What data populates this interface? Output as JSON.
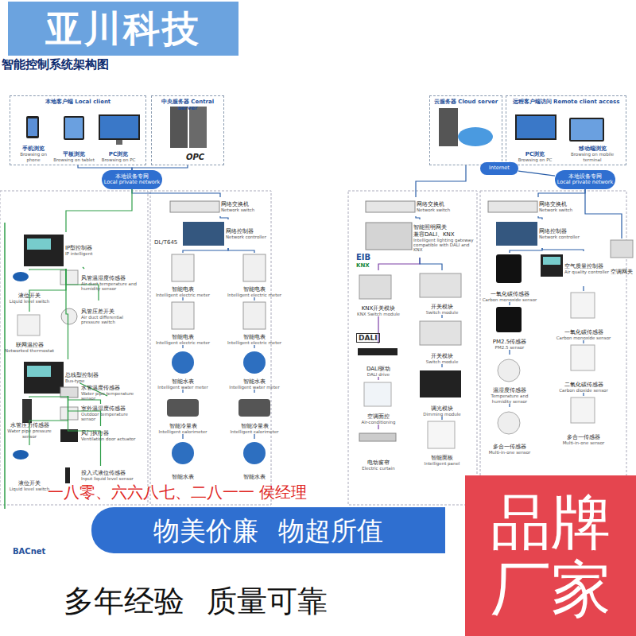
{
  "diagram": {
    "title": "智能控制系统架构图",
    "nodes": [
      {
        "text": [
          "亚川科技"
        ]
      },
      {
        "text": [
          "本地客户端 Local client"
        ]
      },
      {
        "text": [
          "手机浏览",
          "Browsing on phone"
        ],
        "in": 1
      },
      {
        "text": [
          "平板浏览",
          "Browsing on tablet"
        ],
        "in": 1
      },
      {
        "text": [
          "PC浏览",
          "Browsing on PC"
        ],
        "in": 1
      },
      {
        "text": [
          "中央服务器 Central server"
        ]
      },
      {
        "text": [
          "本地设备专网",
          "Local private network"
        ]
      },
      {
        "text": [
          "IP型控制器",
          "IP intelligent"
        ]
      },
      {
        "text": [
          "液位开关",
          "Liquid level switch"
        ]
      },
      {
        "text": [
          "风管温湿度传感器",
          "Air duct temperature and humidity sensor"
        ]
      },
      {
        "text": [
          "风管压差开关",
          "Air duct differential pressure switch"
        ]
      },
      {
        "text": [
          "联网温控器",
          "Networked thermostat"
        ]
      },
      {
        "text": [
          "总线型控制器",
          "Bus-type"
        ]
      },
      {
        "text": [
          "水管温度传感器",
          "Water pipe temperature sensor"
        ]
      },
      {
        "text": [
          "室外温湿度传感器",
          "Outdoor temperature sensor"
        ]
      },
      {
        "text": [
          "水管压力传感器",
          "Water pipe pressure sensor"
        ]
      },
      {
        "text": [
          "风门执行器",
          "Ventilation door actuator"
        ]
      },
      {
        "text": [
          "液位开关",
          "Liquid level switch"
        ]
      },
      {
        "text": [
          "投入式液位传感器",
          "Input liquid level sensor"
        ]
      },
      {
        "text": [
          "网络交换机",
          "Network switch"
        ]
      },
      {
        "text": [
          "网络控制器",
          "Network controller"
        ]
      },
      {
        "text": [
          "智能电表",
          "Intelligent electric meter"
        ]
      },
      {
        "text": [
          "智能电表",
          "Intelligent electric meter"
        ]
      },
      {
        "text": [
          "智能电表",
          "Intelligent electric meter"
        ]
      },
      {
        "text": [
          "智能电表",
          "Intelligent electric meter"
        ]
      },
      {
        "text": [
          "智能水表",
          "Intelligent water meter"
        ]
      },
      {
        "text": [
          "智能水表",
          "Intelligent water meter"
        ]
      },
      {
        "text": [
          "智能冷量表",
          "Intelligent calorimeter"
        ]
      },
      {
        "text": [
          "智能冷量表",
          "Intelligent calorimeter"
        ]
      },
      {
        "text": [
          "智能水表"
        ]
      },
      {
        "text": [
          "智能水表"
        ]
      },
      {
        "text": [
          "云服务器 Cloud server"
        ]
      },
      {
        "text": [
          "远程客户端访问 Remote client access"
        ]
      },
      {
        "text": [
          "PC浏览",
          "Browsing on PC"
        ],
        "in": 32
      },
      {
        "text": [
          "移动端浏览",
          "Browsing on mobile terminal"
        ],
        "in": 32
      },
      {
        "text": [
          "Internet"
        ]
      },
      {
        "text": [
          "本地设备专网",
          "Local private network"
        ]
      },
      {
        "text": [
          "网络交换机",
          "Network switch"
        ]
      },
      {
        "text": [
          "智能照明网关",
          "兼容DALI、KNX",
          "Intelligent lighting gateway compatible with DALI and KNX"
        ]
      },
      {
        "text": [
          "KNX开关模块",
          "KNX Switch module"
        ]
      },
      {
        "text": [
          "开关模块",
          "Switch module"
        ]
      },
      {
        "text": [
          "DALI驱动",
          "DALI drive"
        ]
      },
      {
        "text": [
          "开关模块",
          "Switch module"
        ]
      },
      {
        "text": [
          "调光模块",
          "Dimming module"
        ]
      },
      {
        "text": [
          "空调面控",
          "Air-conditioning"
        ]
      },
      {
        "text": [
          "电动窗帘",
          "Electric curtain"
        ]
      },
      {
        "text": [
          "智能面板",
          "Intelligent panel"
        ]
      },
      {
        "text": [
          "网络交换机",
          "Network switch"
        ]
      },
      {
        "text": [
          "网络控制器",
          "Network controller"
        ]
      },
      {
        "text": [
          "空气质量控制器",
          "Air quality controller"
        ]
      },
      {
        "text": [
          "一氧化碳传感器",
          "Carbon monoxide sensor"
        ]
      },
      {
        "text": [
          "PM2.5传感器",
          "PM2.5 sensor"
        ]
      },
      {
        "text": [
          "温湿度传感器",
          "Temperature and humidity sensor"
        ]
      },
      {
        "text": [
          "多合一传感器",
          "Multi-in-one sensor"
        ]
      },
      {
        "text": [
          "一氧化碳传感器",
          "Carbon monoxide sensor"
        ]
      },
      {
        "text": [
          "二氧化碳传感器",
          "Carbon dioxide sensor"
        ]
      },
      {
        "text": [
          "多合一传感器",
          "Multi-in-one sensor"
        ]
      },
      {
        "text": [
          "空调网关"
        ]
      },
      {
        "text": [
          "物美价廉 物超所值"
        ]
      },
      {
        "text": [
          "多年经验 质量可靠"
        ]
      },
      {
        "text": [
          "品牌",
          "厂家"
        ]
      }
    ],
    "edges": [
      {
        "from": 1,
        "to": 6,
        "arrow": "none"
      },
      {
        "from": 5,
        "to": 6,
        "arrow": "none"
      },
      {
        "from": 6,
        "to": 19,
        "arrow": "none"
      },
      {
        "from": 19,
        "to": 20,
        "arrow": "none"
      },
      {
        "from": 20,
        "to": 21,
        "arrow": "none"
      },
      {
        "from": 21,
        "to": 23,
        "arrow": "none"
      },
      {
        "from": 23,
        "to": 25,
        "arrow": "none"
      },
      {
        "from": 25,
        "to": 27,
        "arrow": "none"
      },
      {
        "from": 27,
        "to": 29,
        "arrow": "none"
      },
      {
        "from": 20,
        "to": 22,
        "arrow": "none"
      },
      {
        "from": 22,
        "to": 24,
        "arrow": "none"
      },
      {
        "from": 24,
        "to": 26,
        "arrow": "none"
      },
      {
        "from": 26,
        "to": 28,
        "arrow": "none"
      },
      {
        "from": 28,
        "to": 30,
        "arrow": "none"
      },
      {
        "from": 7,
        "to": 8,
        "arrow": "none"
      },
      {
        "from": 7,
        "to": 9,
        "arrow": "none"
      },
      {
        "from": 7,
        "to": 10,
        "arrow": "none"
      },
      {
        "from": 7,
        "to": 11,
        "arrow": "none"
      },
      {
        "from": 12,
        "to": 13,
        "arrow": "none"
      },
      {
        "from": 12,
        "to": 14,
        "arrow": "none"
      },
      {
        "from": 12,
        "to": 15,
        "arrow": "none"
      },
      {
        "from": 12,
        "to": 16,
        "arrow": "none"
      },
      {
        "from": 12,
        "to": 17,
        "arrow": "none"
      },
      {
        "from": 12,
        "to": 18,
        "arrow": "none"
      },
      {
        "from": 31,
        "to": 35,
        "arrow": "none"
      },
      {
        "from": 32,
        "to": 35,
        "arrow": "none"
      },
      {
        "from": 35,
        "to": 36,
        "arrow": "none"
      },
      {
        "from": 36,
        "to": 47,
        "arrow": "none"
      },
      {
        "from": 31,
        "to": 37,
        "arrow": "none"
      },
      {
        "from": 37,
        "to": 38,
        "arrow": "none"
      },
      {
        "from": 38,
        "to": 39,
        "arrow": "none"
      },
      {
        "from": 39,
        "to": 41,
        "arrow": "none"
      },
      {
        "from": 41,
        "to": 44,
        "arrow": "none"
      },
      {
        "from": 44,
        "to": 45,
        "arrow": "none"
      },
      {
        "from": 38,
        "to": 40,
        "arrow": "none"
      },
      {
        "from": 40,
        "to": 42,
        "arrow": "none"
      },
      {
        "from": 42,
        "to": 43,
        "arrow": "none"
      },
      {
        "from": 43,
        "to": 46,
        "arrow": "none"
      },
      {
        "from": 47,
        "to": 48,
        "arrow": "none"
      },
      {
        "from": 48,
        "to": 50,
        "arrow": "none"
      },
      {
        "from": 50,
        "to": 51,
        "arrow": "none"
      },
      {
        "from": 51,
        "to": 52,
        "arrow": "none"
      },
      {
        "from": 52,
        "to": 53,
        "arrow": "none"
      },
      {
        "from": 48,
        "to": 49,
        "arrow": "none"
      },
      {
        "from": 49,
        "to": 54,
        "arrow": "none"
      },
      {
        "from": 54,
        "to": 55,
        "arrow": "none"
      },
      {
        "from": 55,
        "to": 56,
        "arrow": "none"
      },
      {
        "from": 6,
        "to": 7,
        "arrow": "none"
      },
      {
        "from": 7,
        "to": 12,
        "arrow": "none"
      },
      {
        "from": 36,
        "to": 57,
        "arrow": "none"
      }
    ],
    "labels": [
      "DL/T645",
      "OPC",
      "EIB",
      "KNX",
      "DALI",
      "BACnet",
      "一八零、六六八七、二八一一 侯经理"
    ]
  }
}
